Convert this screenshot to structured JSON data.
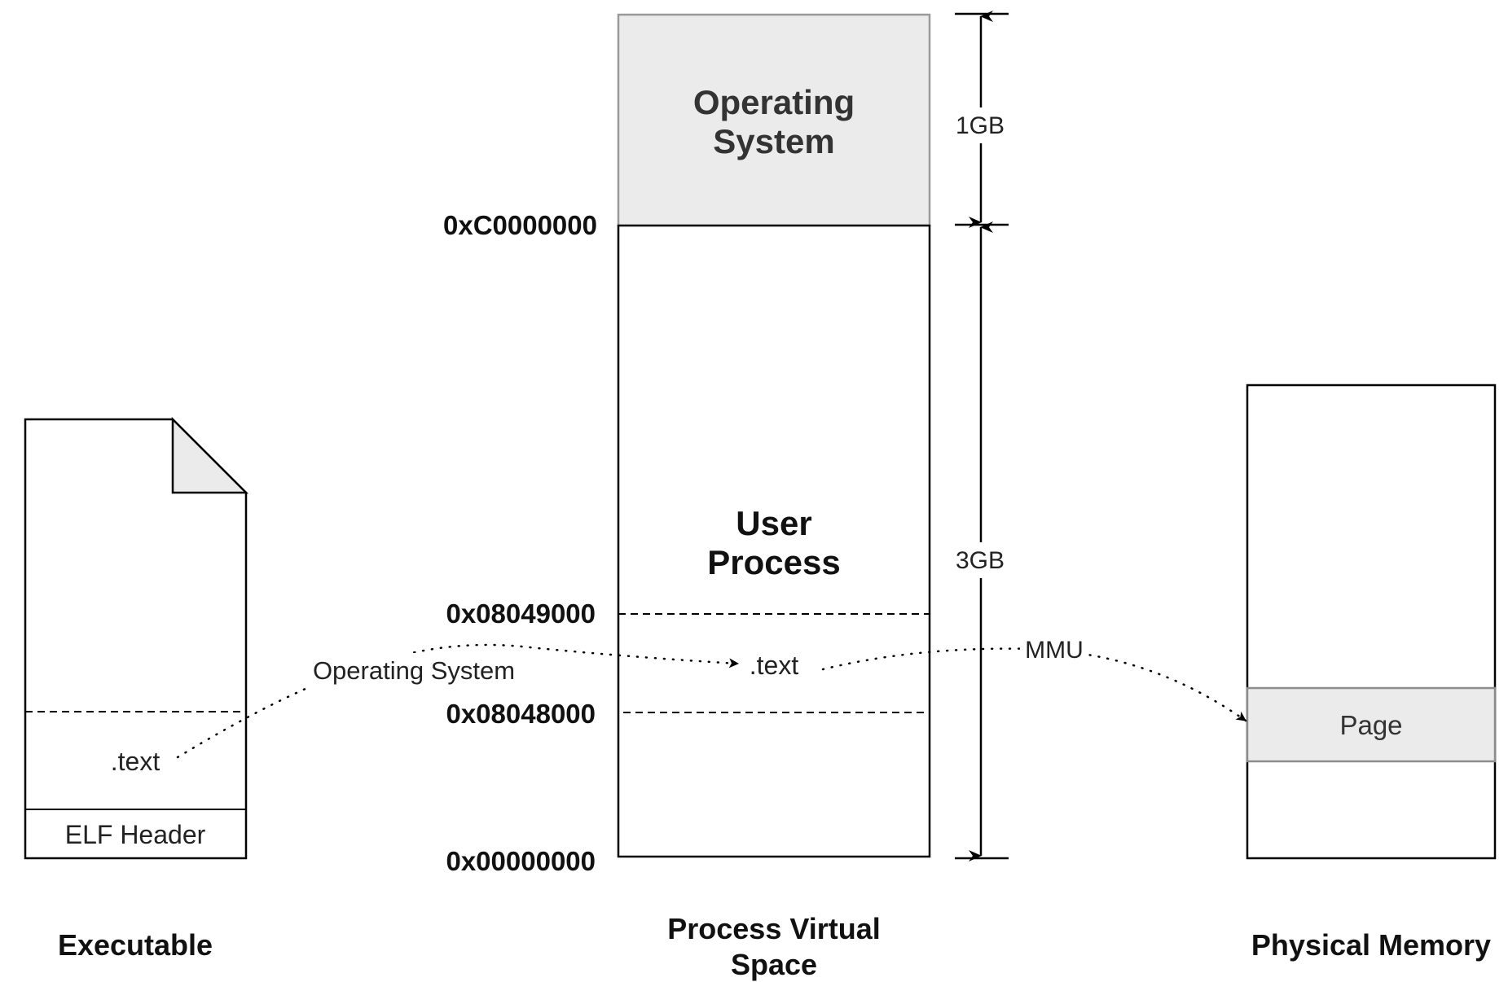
{
  "executable": {
    "caption": "Executable",
    "text_section": ".text",
    "elf_header": "ELF Header"
  },
  "virtual_space": {
    "caption_line1": "Process Virtual",
    "caption_line2": "Space",
    "os_region_line1": "Operating",
    "os_region_line2": "System",
    "user_region_line1": "User",
    "user_region_line2": "Process",
    "text_section": ".text",
    "addresses": {
      "kernel_start": "0xC0000000",
      "text_end": "0x08049000",
      "text_start": "0x08048000",
      "zero": "0x00000000"
    },
    "size_os": "1GB",
    "size_user": "3GB"
  },
  "physical_memory": {
    "caption": "Physical Memory",
    "page": "Page"
  },
  "arrows": {
    "loader_label": "Operating System",
    "mmu_label": "MMU"
  },
  "colors": {
    "os_fill": "#ebebeb",
    "page_fill": "#ebebeb",
    "stroke": "#000000"
  }
}
